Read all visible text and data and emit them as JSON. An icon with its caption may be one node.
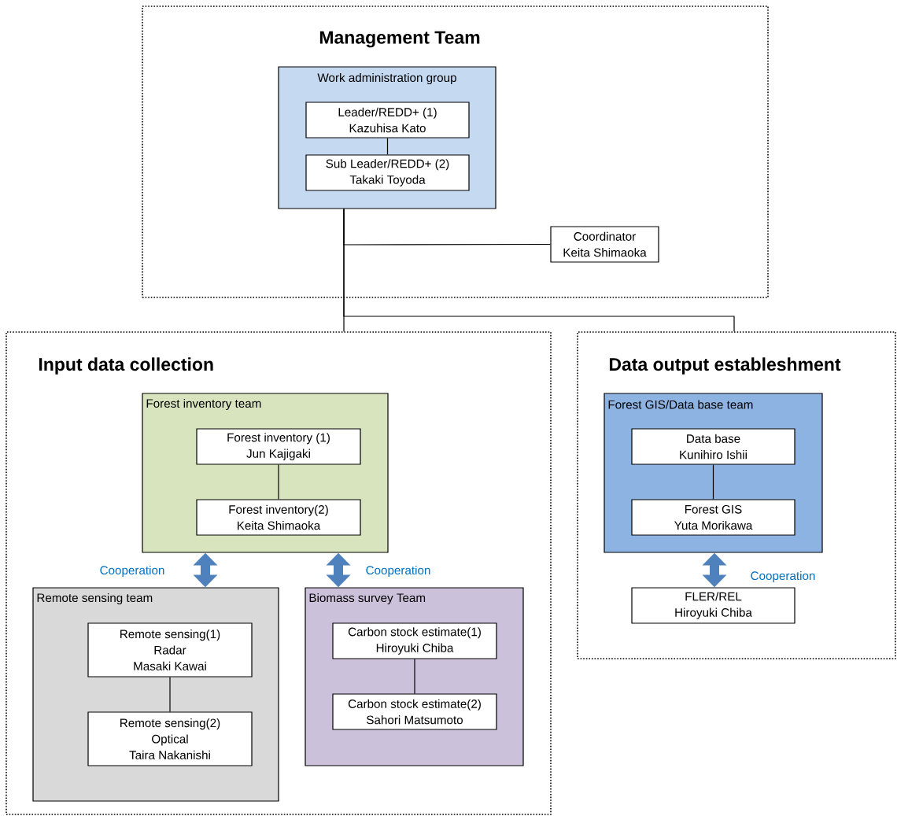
{
  "diagram": {
    "nodes": [
      {
        "text": [
          "Management Team"
        ]
      },
      {
        "text": [
          "Work administration group"
        ],
        "in": 0
      },
      {
        "text": [
          "Leader/REDD+ (1)",
          "Kazuhisa Kato"
        ],
        "in": 1
      },
      {
        "text": [
          "Sub Leader/REDD+ (2)",
          "Takaki Toyoda"
        ],
        "in": 1
      },
      {
        "text": [
          "Coordinator",
          "Keita Shimaoka"
        ],
        "in": 0
      },
      {
        "text": [
          "Input data collection"
        ]
      },
      {
        "text": [
          "Forest inventory team"
        ],
        "in": 5
      },
      {
        "text": [
          "Forest inventory (1)",
          "Jun Kajigaki"
        ],
        "in": 6
      },
      {
        "text": [
          "Forest inventory(2)",
          "Keita Shimaoka"
        ],
        "in": 6
      },
      {
        "text": [
          "Remote sensing team"
        ],
        "in": 5
      },
      {
        "text": [
          "Remote sensing(1)",
          "Radar",
          "Masaki Kawai"
        ],
        "in": 9
      },
      {
        "text": [
          "Remote sensing(2)",
          "Optical",
          "Taira Nakanishi"
        ],
        "in": 9
      },
      {
        "text": [
          "Biomass survey Team"
        ],
        "in": 5
      },
      {
        "text": [
          "Carbon stock estimate(1)",
          "Hiroyuki Chiba"
        ],
        "in": 12
      },
      {
        "text": [
          "Carbon stock estimate(2)",
          "Sahori Matsumoto"
        ],
        "in": 12
      },
      {
        "text": [
          "Data output estableshment"
        ]
      },
      {
        "text": [
          "Forest GIS/Data base team"
        ],
        "in": 15
      },
      {
        "text": [
          "Data base",
          "Kunihiro Ishii"
        ],
        "in": 16
      },
      {
        "text": [
          "Forest GIS",
          "Yuta Morikawa"
        ],
        "in": 16
      },
      {
        "text": [
          "FLER/REL",
          "Hiroyuki Chiba"
        ],
        "in": 15
      }
    ],
    "edges": [
      {
        "from": 2,
        "to": 3,
        "arrow": "none"
      },
      {
        "from": 1,
        "to": 4,
        "arrow": "none"
      },
      {
        "from": 1,
        "to": 5,
        "arrow": "none"
      },
      {
        "from": 1,
        "to": 15,
        "arrow": "none"
      },
      {
        "from": 7,
        "to": 8,
        "arrow": "none"
      },
      {
        "from": 6,
        "to": 9,
        "arrow": "both",
        "label": "Cooperation",
        "style": "thick",
        "color": "#4f81bd"
      },
      {
        "from": 6,
        "to": 12,
        "arrow": "both",
        "label": "Cooperation",
        "style": "thick",
        "color": "#4f81bd"
      },
      {
        "from": 10,
        "to": 11,
        "arrow": "none"
      },
      {
        "from": 13,
        "to": 14,
        "arrow": "none"
      },
      {
        "from": 17,
        "to": 18,
        "arrow": "none"
      },
      {
        "from": 16,
        "to": 19,
        "arrow": "both",
        "label": "Cooperation",
        "style": "thick",
        "color": "#4f81bd"
      }
    ]
  }
}
